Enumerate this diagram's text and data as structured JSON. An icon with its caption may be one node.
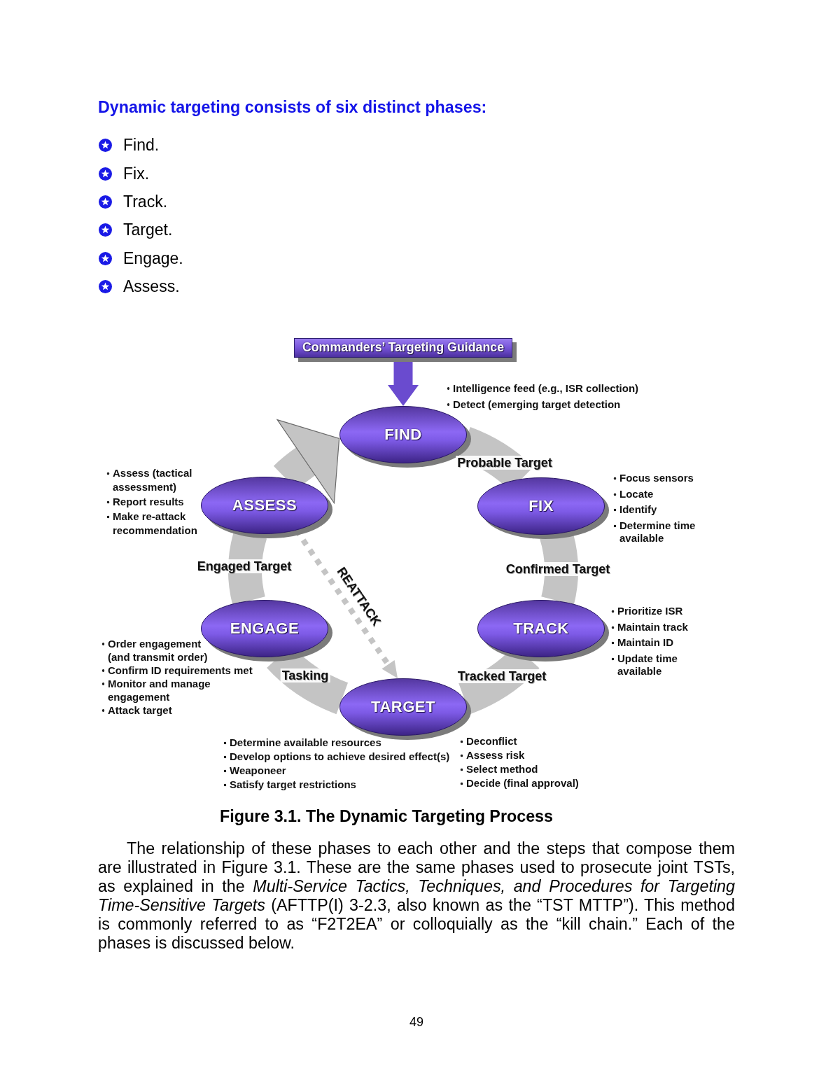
{
  "diagram": {
    "title": "Dynamic targeting consists of six distinct phases:",
    "caption": "Figure 3.1. The Dynamic Targeting Process",
    "nodes": [
      {
        "text": [
          "Commanders’ Targeting Guidance"
        ]
      },
      {
        "text": [
          "FIND"
        ],
        "beside": [
          "Intelligence feed (e.g., ISR collection)",
          "Detect (emerging target detection"
        ]
      },
      {
        "text": [
          "FIX"
        ],
        "beside": [
          "Focus sensors",
          "Locate",
          "Identify",
          "Determine time available"
        ]
      },
      {
        "text": [
          "TRACK"
        ],
        "beside": [
          "Prioritize ISR",
          "Maintain track",
          "Maintain ID",
          "Update time available"
        ]
      },
      {
        "text": [
          "TARGET"
        ],
        "beside": [
          "Determine available resources",
          "Develop options to achieve desired effect(s)",
          "Weaponeer",
          "Satisfy target restrictions",
          "Deconflict",
          "Assess risk",
          "Select method",
          "Decide (final approval)"
        ]
      },
      {
        "text": [
          "ENGAGE"
        ],
        "beside": [
          "Order engagement (and transmit order)",
          "Confirm ID requirements met",
          "Monitor and manage engagement",
          "Attack target"
        ]
      },
      {
        "text": [
          "ASSESS"
        ],
        "beside": [
          "Assess (tactical assessment)",
          "Report results",
          "Make re-attack recommendation"
        ]
      }
    ],
    "edges": [
      {
        "from": 0,
        "to": 1,
        "arrow": "to",
        "color": "#6a4bcf"
      },
      {
        "from": 1,
        "to": 2,
        "arrow": "none",
        "label": "Probable Target"
      },
      {
        "from": 2,
        "to": 3,
        "arrow": "none",
        "label": "Confirmed Target"
      },
      {
        "from": 3,
        "to": 4,
        "arrow": "none",
        "label": "Tracked Target"
      },
      {
        "from": 4,
        "to": 5,
        "arrow": "none",
        "label": "Tasking"
      },
      {
        "from": 5,
        "to": 6,
        "arrow": "none",
        "label": "Engaged Target"
      },
      {
        "from": 6,
        "to": 1,
        "arrow": "to"
      },
      {
        "from": 6,
        "to": 4,
        "arrow": "to",
        "style": "dashed",
        "label": "REATTACK"
      }
    ],
    "labels": [
      "Find.",
      "Fix.",
      "Track.",
      "Target.",
      "Engage.",
      "Assess.",
      "The relationship of these phases to each other and the steps that compose them are illustrated in Figure 3.1. These are the same phases used to prosecute joint TSTs, as explained in the *Multi-Service Tactics, Techniques, and Procedures for Targeting Time-Sensitive Targets* (AFTTP(I) 3-2.3, also known as the “TST MTTP”). This method is commonly referred to as “F2T2EA” or colloquially as the “kill chain.” Each of the phases is discussed below.",
      "49"
    ]
  }
}
